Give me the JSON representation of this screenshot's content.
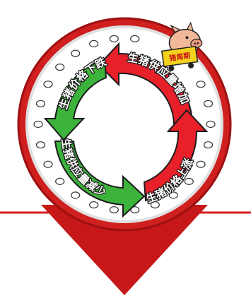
{
  "cycle": {
    "stages": [
      {
        "id": "capacity-up",
        "label": "生猪供应量增加",
        "color": "#e8202a"
      },
      {
        "id": "price-down",
        "label": "生猪价格下跌",
        "color": "#3cb43c"
      },
      {
        "id": "capacity-down",
        "label": "生猪供应量减少",
        "color": "#3cb43c"
      },
      {
        "id": "price-up",
        "label": "生猪价格上涨",
        "color": "#e8202a"
      }
    ]
  },
  "cart": {
    "label": "猪周期"
  },
  "colors": {
    "pin_red": "#cf1f1f",
    "pin_dark": "#9c1010",
    "divider": "#d62020",
    "arrow_red": "#e8202a",
    "arrow_green": "#3cb43c",
    "cart_yellow": "#f2d21c"
  },
  "icons": [
    "location-pin-icon",
    "pig-icon",
    "cart-icon",
    "cloud-puff-icon"
  ]
}
